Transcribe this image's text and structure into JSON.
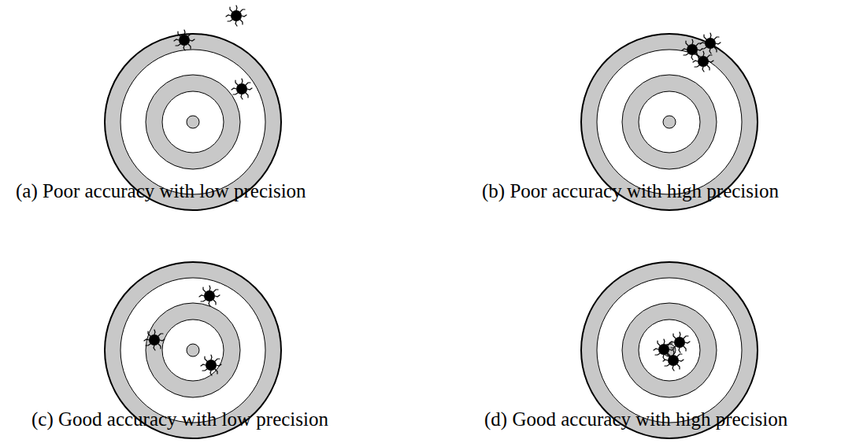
{
  "diagram": {
    "labels": [
      "(a) Poor accuracy with low precision",
      "(b) Poor accuracy with high precision",
      "(c) Good accuracy with low precision",
      "(d) Good accuracy with high precision"
    ]
  }
}
